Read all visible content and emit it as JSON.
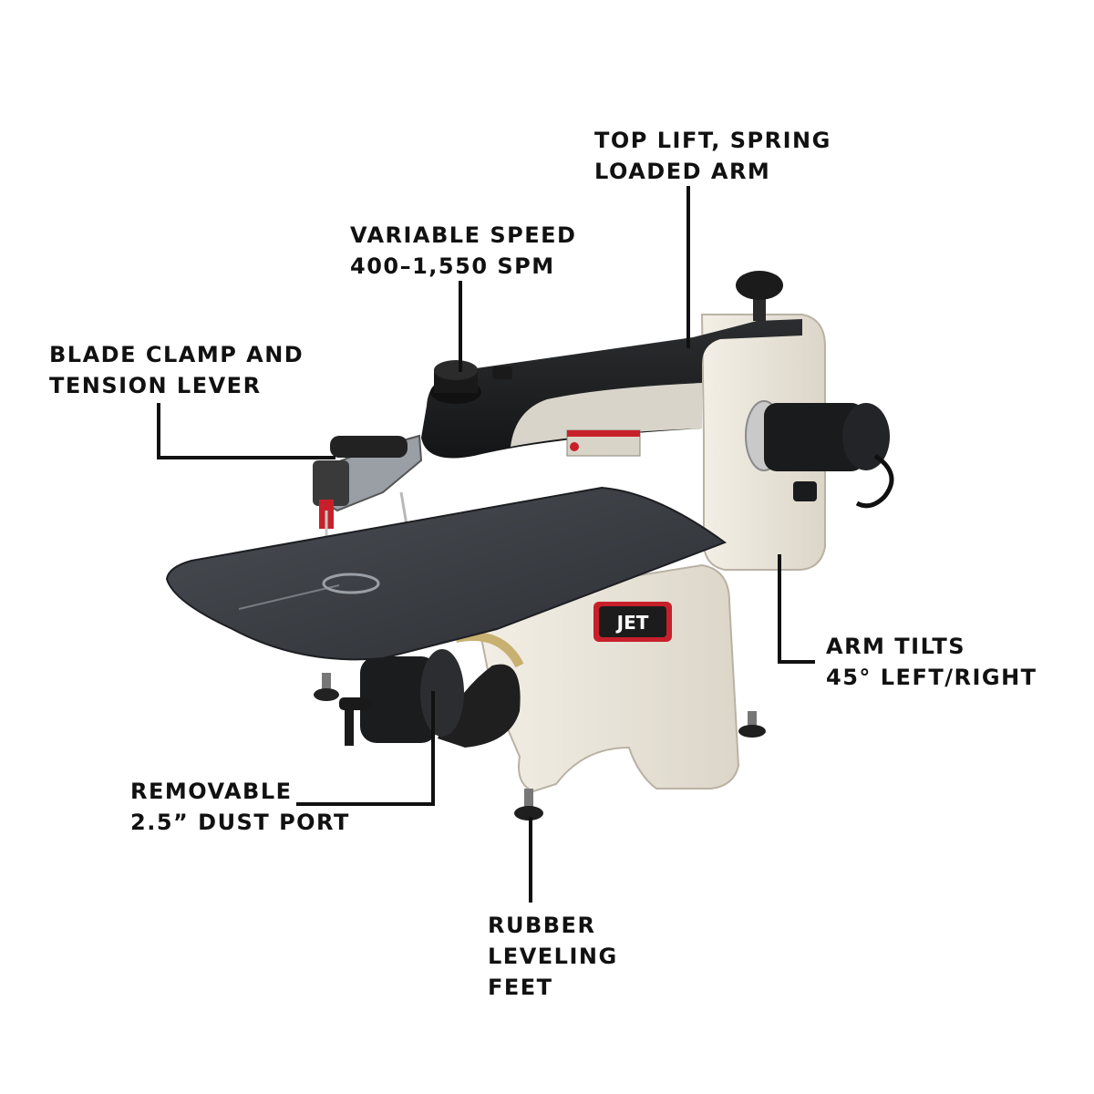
{
  "callouts": {
    "top_lift": {
      "line1": "TOP LIFT, SPRING",
      "line2": "LOADED ARM"
    },
    "variable_speed": {
      "line1": "VARIABLE SPEED",
      "line2": "400–1,550 SPM"
    },
    "blade_clamp": {
      "line1": "BLADE CLAMP AND",
      "line2": "TENSION LEVER"
    },
    "arm_tilts": {
      "line1": "ARM TILTS",
      "line2": "45° LEFT/RIGHT"
    },
    "dust_port": {
      "line1": "REMOVABLE",
      "line2": "2.5” DUST PORT"
    },
    "feet": {
      "line1": "RUBBER",
      "line2": "LEVELING",
      "line3": "FEET"
    }
  },
  "product": {
    "brand_badge": "JET"
  },
  "colors": {
    "body_cream": "#ece7dc",
    "arm_black": "#1e1f21",
    "table_gray": "#3b3e44",
    "brand_red": "#c8202a",
    "leader_line": "#111111"
  }
}
